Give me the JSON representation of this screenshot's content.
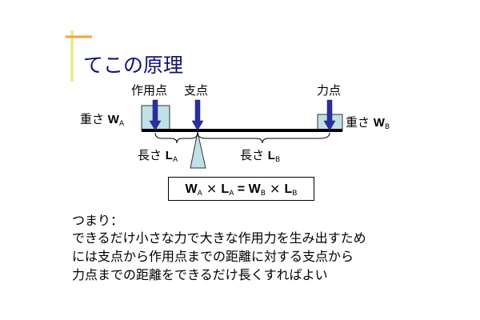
{
  "slide": {
    "title": "てこの原理",
    "labels": {
      "effort_point": "作用点",
      "fulcrum": "支点",
      "force_point": "力点"
    },
    "weight_a": {
      "text": "重さ ",
      "var": "W",
      "sub": "A"
    },
    "weight_b": {
      "text": "重さ ",
      "var": "W",
      "sub": "B"
    },
    "length_a": {
      "text": "長さ ",
      "var": "L",
      "sub": "A"
    },
    "length_b": {
      "text": "長さ ",
      "var": "L",
      "sub": "B"
    },
    "formula": {
      "wa": "W",
      "wa_sub": "A",
      "times1": " × ",
      "la": "L",
      "la_sub": "A",
      "eq": " = ",
      "wb": "W",
      "wb_sub": "B",
      "times2": " × ",
      "lb": "L",
      "lb_sub": "B"
    },
    "conclusion": [
      "つまり：",
      "できるだけ小さな力で大きな作用力を生み出すため",
      "には支点から作用点までの距離に対する支点から",
      "力点までの距離をできるだけ長くすればよい"
    ],
    "colors": {
      "title": "#10107a",
      "arrow": "#2b2f9e",
      "box": "#bfe0e6"
    }
  }
}
